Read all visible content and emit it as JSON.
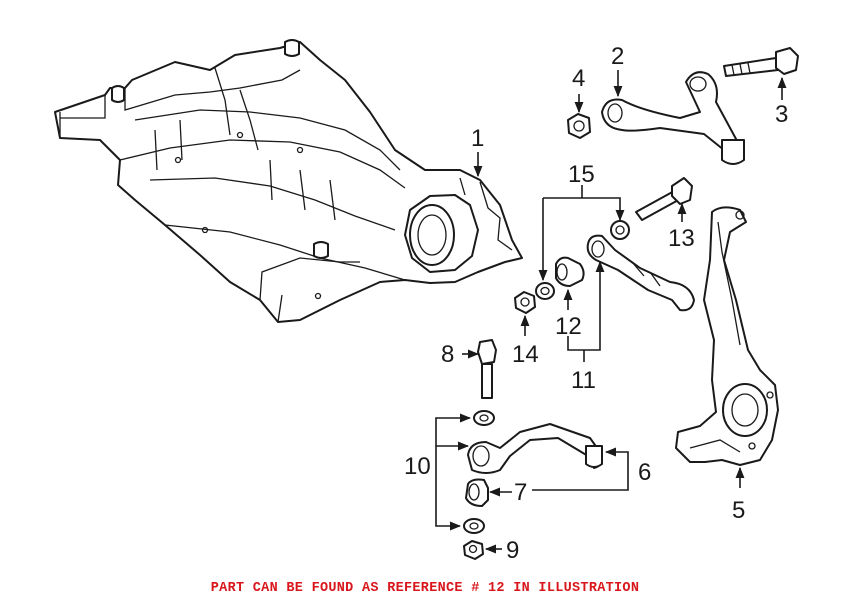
{
  "callouts": {
    "c1": "1",
    "c2": "2",
    "c3": "3",
    "c4": "4",
    "c5": "5",
    "c6": "6",
    "c7": "7",
    "c8": "8",
    "c9": "9",
    "c10": "10",
    "c11": "11",
    "c12": "12",
    "c13": "13",
    "c14": "14",
    "c15": "15"
  },
  "footer_note": "PART CAN BE FOUND AS REFERENCE # 12 IN ILLUSTRATION",
  "colors": {
    "line": "#1a1a1a",
    "note": "#d8161c",
    "background": "#ffffff"
  }
}
